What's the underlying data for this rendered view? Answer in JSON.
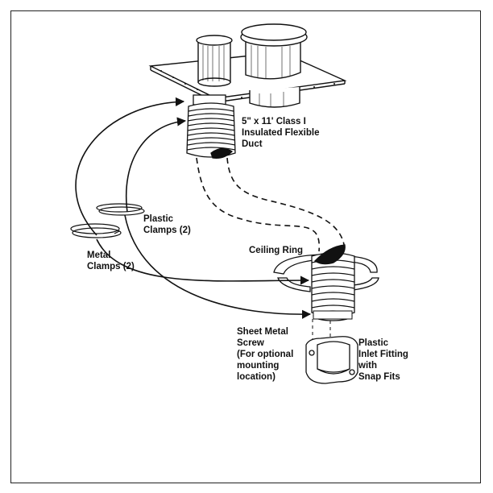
{
  "labels": {
    "duct": "5\" x 11' Class I\nInsulated Flexible\nDuct",
    "plastic_clamps": "Plastic\nClamps (2)",
    "metal_clamps": "Metal\nClamps (2)",
    "ceiling_ring": "Ceiling Ring",
    "screw": "Sheet Metal\nScrew\n(For optional\nmounting\nlocation)",
    "inlet": "Plastic\nInlet Fitting\nwith\nSnap Fits"
  }
}
